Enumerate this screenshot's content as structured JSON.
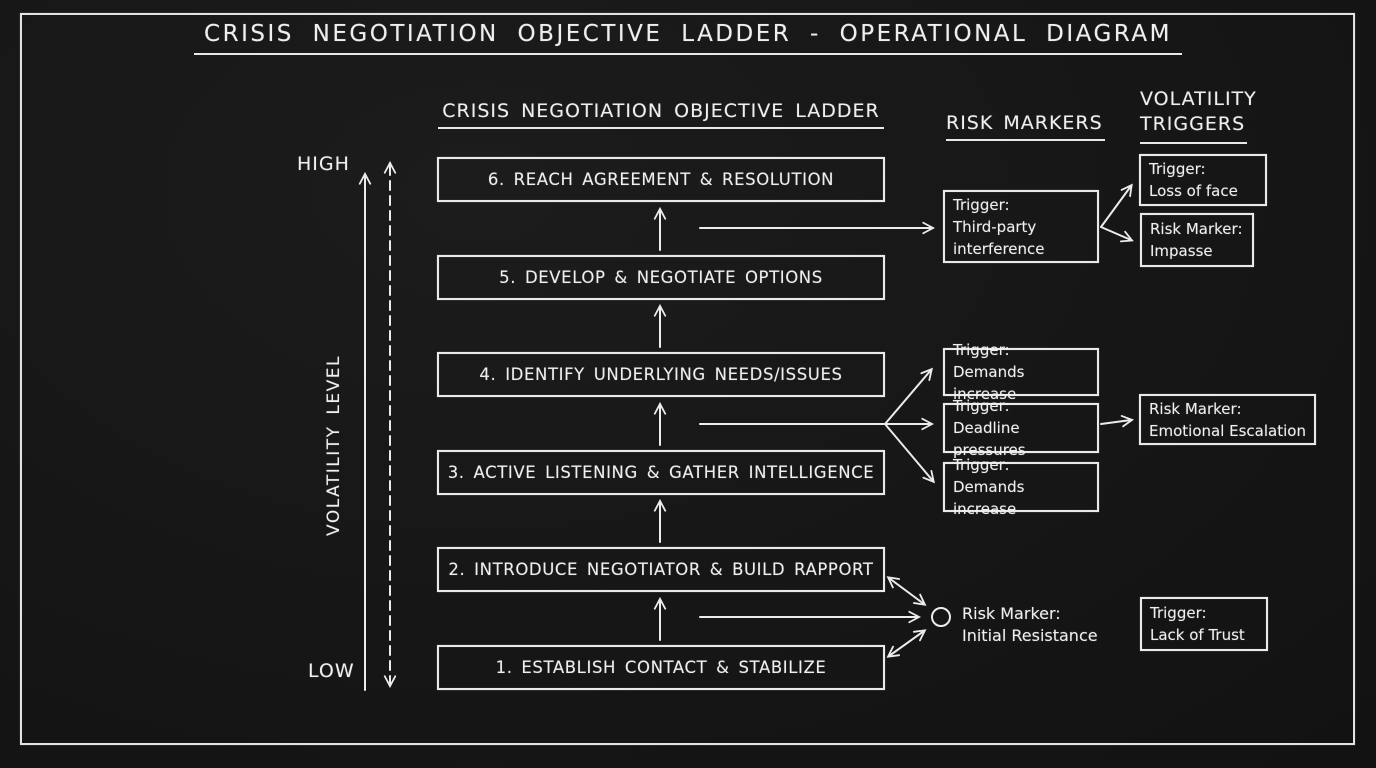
{
  "title": "CRISIS NEGOTIATION OBJECTIVE LADDER - OPERATIONAL DIAGRAM",
  "ladder": {
    "subtitle": "CRISIS NEGOTIATION OBJECTIVE LADDER",
    "steps": [
      {
        "label": "6. REACH AGREEMENT & RESOLUTION"
      },
      {
        "label": "5. DEVELOP & NEGOTIATE OPTIONS"
      },
      {
        "label": "4. IDENTIFY UNDERLYING NEEDS/ISSUES"
      },
      {
        "label": "3. ACTIVE LISTENING & GATHER INTELLIGENCE"
      },
      {
        "label": "2. INTRODUCE NEGOTIATOR & BUILD RAPPORT"
      },
      {
        "label": "1. ESTABLISH CONTACT & STABILIZE"
      }
    ]
  },
  "axis": {
    "high": "HIGH",
    "low": "LOW",
    "label": "VOLATILITY LEVEL"
  },
  "risk_markers": {
    "header": "RISK MARKERS",
    "third_party": "Trigger:\nThird-party\ninterference",
    "demands_top": "Trigger:\nDemands increase",
    "deadline": "Trigger:\nDeadline pressures",
    "demands_bottom": "Trigger:\nDemands increase",
    "initial_resistance": "Risk Marker:\nInitial Resistance"
  },
  "volatility_triggers": {
    "header_line1": "VOLATILITY",
    "header_line2": "TRIGGERS",
    "loss_of_face": "Trigger:\nLoss of face",
    "impasse": "Risk Marker:\nImpasse",
    "emotional_escalation": "Risk Marker:\nEmotional Escalation",
    "lack_of_trust": "Trigger:\nLack of Trust"
  },
  "colors": {
    "background": "#171717",
    "chalk": "#ececec"
  }
}
